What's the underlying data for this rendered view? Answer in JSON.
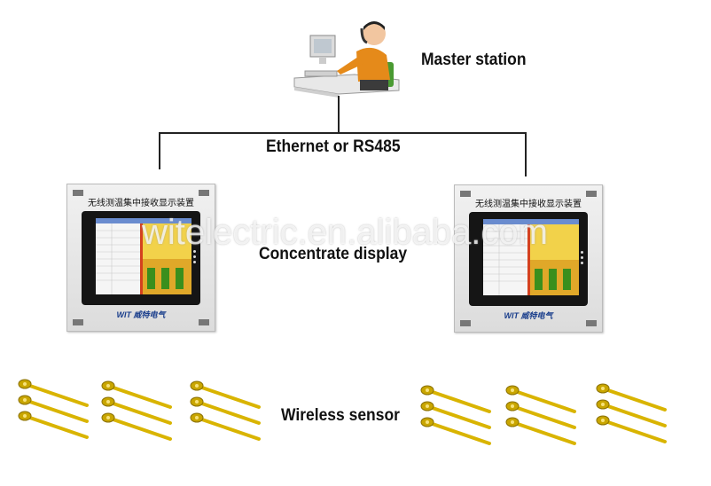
{
  "labels": {
    "master": "Master station",
    "network": "Ethernet  or  RS485",
    "concentrate": "Concentrate display",
    "wireless": "Wireless sensor"
  },
  "panel": {
    "title": "无线测温集中接收显示装置",
    "brand": "WIT 威特电气"
  },
  "watermark": "witelectric.en.alibaba.com",
  "colors": {
    "operator_shirt": "#e58a1a",
    "sensor": "#d9b400",
    "screen_yellow": "#f2d24a",
    "screen_green": "#3a8f1d",
    "brand_blue": "#1a3e8c"
  }
}
